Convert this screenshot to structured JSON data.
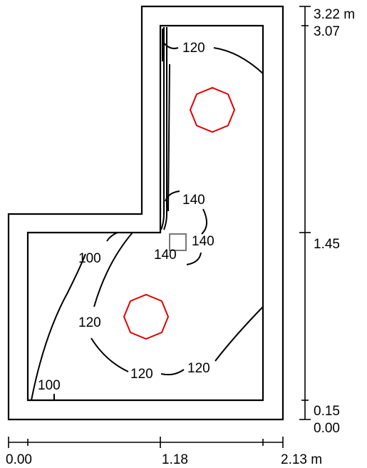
{
  "plan": {
    "luminaires": [
      {
        "name": "luminaire-upper"
      },
      {
        "name": "luminaire-lower"
      }
    ],
    "isolines": [
      {
        "name": "isoline-120-top",
        "label": "120"
      },
      {
        "name": "isoline-140-upper",
        "label": "140"
      },
      {
        "name": "isoline-140-right",
        "label": "140"
      },
      {
        "name": "isoline-140-left",
        "label": "140"
      },
      {
        "name": "isoline-100-upper",
        "label": "100"
      },
      {
        "name": "isoline-120-left",
        "label": "120"
      },
      {
        "name": "isoline-120-bottom",
        "label": "120"
      },
      {
        "name": "isoline-120-right",
        "label": "120"
      },
      {
        "name": "isoline-100-bottom",
        "label": "100"
      }
    ]
  },
  "x_axis": {
    "ticks": [
      "0.00",
      "1.18",
      "2.13 m"
    ]
  },
  "y_axis": {
    "ticks": [
      "3.22 m",
      "3.07",
      "1.45",
      "0.15",
      "0.00"
    ]
  },
  "colors": {
    "luminaire": "#e00000",
    "sensor": "#777777",
    "lines": "#000000"
  }
}
